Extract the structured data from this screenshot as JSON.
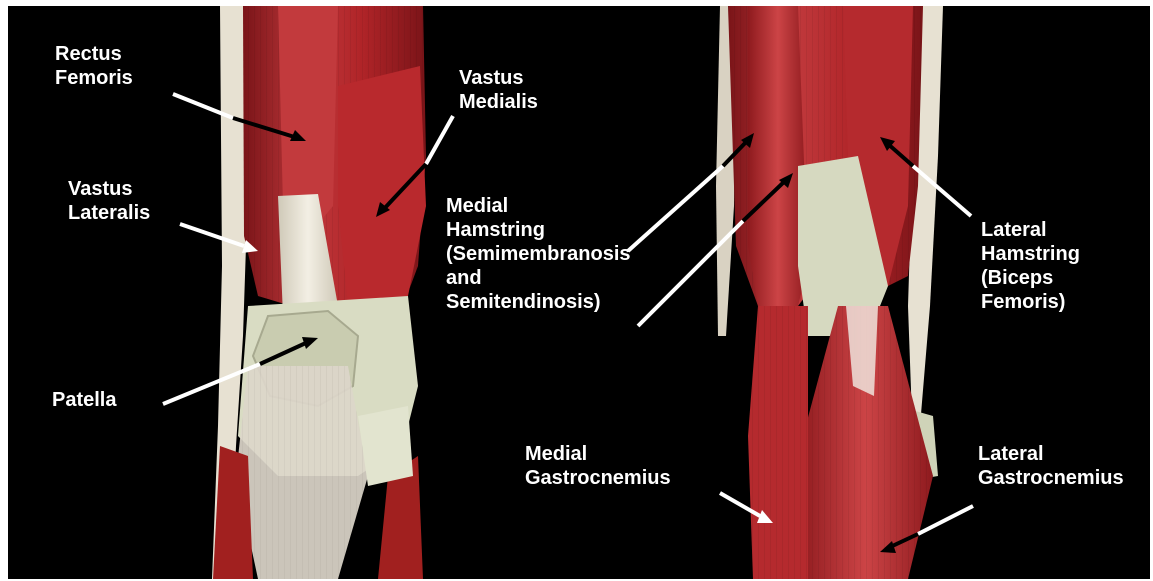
{
  "colors": {
    "background": "#000000",
    "muscle": "#b02428",
    "muscle_dark": "#7a1418",
    "muscle_light": "#d0484a",
    "tendon": "#e9e4d6",
    "bone": "#d9dcc3",
    "label_text": "#ffffff",
    "arrow_white": "#ffffff",
    "arrow_black": "#000000"
  },
  "labels": {
    "rectus_femoris": [
      "Rectus",
      "Femoris"
    ],
    "vastus_medialis": [
      "Vastus",
      "Medialis"
    ],
    "vastus_lateralis": [
      "Vastus",
      "Lateralis"
    ],
    "patella": [
      "Patella"
    ],
    "medial_hamstring": [
      "Medial",
      "Hamstring",
      "(Semimembranosis",
      "and",
      "Semitendinosis)"
    ],
    "lateral_hamstring": [
      "Lateral",
      "Hamstring",
      "(Biceps",
      "Femoris)"
    ],
    "medial_gastrocnemius": [
      "Medial",
      "Gastrocnemius"
    ],
    "lateral_gastrocnemius": [
      "Lateral",
      "Gastrocnemius"
    ]
  },
  "views": [
    "anterior-knee",
    "posterior-knee"
  ]
}
